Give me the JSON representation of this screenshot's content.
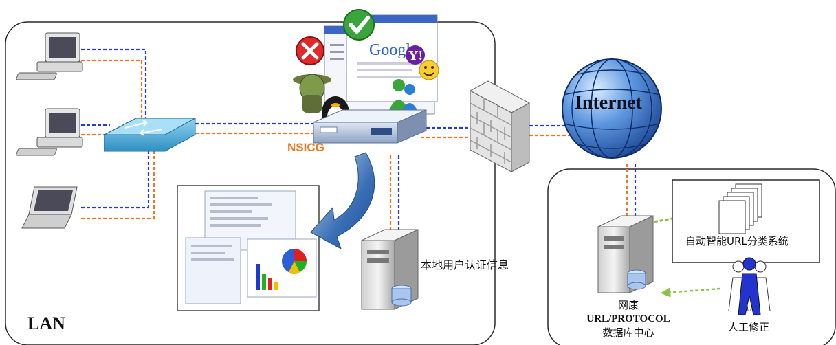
{
  "labels": {
    "lan": "LAN",
    "nsicg": "NSICG",
    "internet": "Internet",
    "local_auth": "本地用户认证信息",
    "auto_url": "自动智能URL分类系统",
    "db_line1": "网康",
    "db_line2": "URL/PROTOCOL",
    "db_line3": "数据库中心",
    "manual_fix": "人工修正",
    "google": "Google",
    "yahoo": "Y!"
  },
  "colors": {
    "lan_line": "#2a3ad8",
    "wan_line": "#f07820",
    "nsicg_label": "#f07820",
    "db_link": "#8bc34a",
    "globe": "#2b5fb8",
    "switch": "#4fb0dc"
  },
  "icons": [
    "computer-icon",
    "laptop-icon",
    "switch-icon",
    "firewall-icon",
    "globe-icon",
    "server-icon",
    "appliance-icon",
    "report-screens-icon",
    "documents-icon",
    "people-icon",
    "blocked-icon",
    "allowed-icon"
  ]
}
